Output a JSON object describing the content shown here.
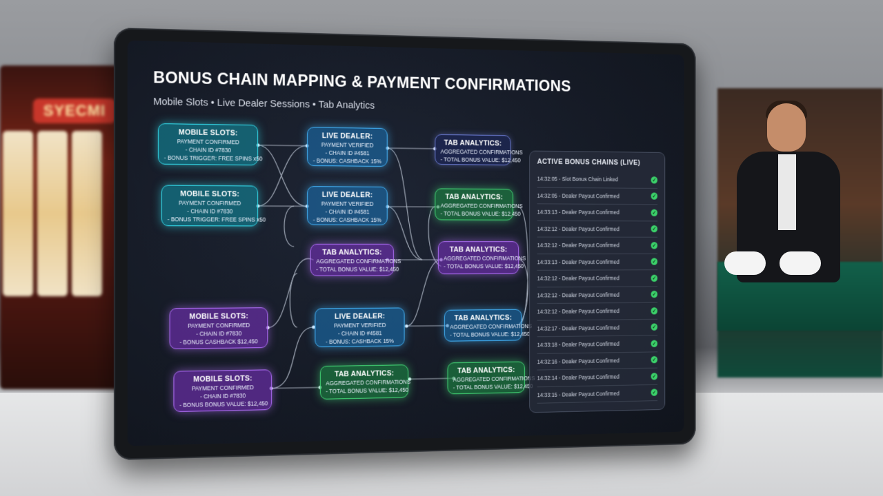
{
  "header": {
    "title": "BONUS CHAIN MAPPING & PAYMENT CONFIRMATIONS",
    "subtitle": "Mobile Slots • Live Dealer Sessions • Tab Analytics"
  },
  "background": {
    "slot_sign": "SYECMI"
  },
  "nodes": [
    {
      "title": "MOBILE SLOTS:",
      "lines": [
        "PAYMENT CONFIRMED",
        "- CHAIN ID #7830",
        "- BONUS TRIGGER: FREE SPINS x50"
      ]
    },
    {
      "title": "LIVE DEALER:",
      "lines": [
        "PAYMENT VERIFIED",
        "- CHAIN ID #4581",
        "- BONUS: CASHBACK 15%"
      ]
    },
    {
      "title": "TAB ANALYTICS:",
      "lines": [
        "AGGREGATED CONFIRMATIONS",
        "- TOTAL BONUS VALUE: $12,450"
      ]
    },
    {
      "title": "MOBILE SLOTS:",
      "lines": [
        "PAYMENT CONFIRMED",
        "- CHAIN ID #7830",
        "- BONUS TRIGGER: FREE SPINS x50"
      ]
    },
    {
      "title": "LIVE DEALER:",
      "lines": [
        "PAYMENT VERIFIED",
        "- CHAIN ID #4581",
        "- BONUS: CASHBACK 15%"
      ]
    },
    {
      "title": "TAB ANALYTICS:",
      "lines": [
        "AGGREGATED CONFIRMATIONS",
        "- TOTAL BONUS VALUE: $12,450"
      ]
    },
    {
      "title": "TAB ANALYTICS:",
      "lines": [
        "AGGREGATED CONFIRMATIONS",
        "- TOTAL BONUS VALUE: $12,450"
      ]
    },
    {
      "title": "TAB ANALYTICS:",
      "lines": [
        "AGGREGATED CONFIRMATIONS",
        "- TOTAL BONUS VALUE: $12,450"
      ]
    },
    {
      "title": "MOBILE SLOTS:",
      "lines": [
        "PAYMENT CONFIRMED",
        "- CHAIN ID #7830",
        "- BONUS CASHBACK $12,450"
      ]
    },
    {
      "title": "LIVE DEALER:",
      "lines": [
        "PAYMENT VERIFIED",
        "- CHAIN ID #4581",
        "- BONUS: CASHBACK 15%"
      ]
    },
    {
      "title": "TAB ANALYTICS:",
      "lines": [
        "AGGREGATED CONFIRMATIONS",
        "- TOTAL BONUS VALUE: $12,450"
      ]
    },
    {
      "title": "MOBILE SLOTS:",
      "lines": [
        "PAYMENT CONFIRMED",
        "- CHAIN ID #7830",
        "- BONUS BONUS VALUE: $12,450"
      ]
    },
    {
      "title": "TAB ANALYTICS:",
      "lines": [
        "AGGREGATED CONFIRMATIONS",
        "- TOTAL BONUS VALUE: $12,450"
      ]
    },
    {
      "title": "TAB ANALYTICS:",
      "lines": [
        "AGGREGATED CONFIRMATIONS",
        "- TOTAL BONUS VALUE: $12,450"
      ]
    }
  ],
  "panel": {
    "title": "ACTIVE BONUS CHAINS (LIVE)",
    "rows": [
      "14:32:05 - Slot Bonus Chain Linked",
      "14:32:05 - Dealer Payout Confirmed",
      "14:33:13 - Dealer Payout Confirmed",
      "14:32:12 - Dealer Payout Confirmed",
      "14:32:12 - Dealer Payout Confirmed",
      "14:33:13 - Dealer Payout Confirmed",
      "14:32:12 - Dealer Payout Confirmed",
      "14:32:12 - Dealer Payout Confirmed",
      "14:32:12 - Dealer Payout Confirmed",
      "14:32:17 - Dealer Payout Confirmed",
      "14:33:18 - Dealer Payout Confirmed",
      "14:32:16 - Dealer Payout Confirmed",
      "14:32:14 - Dealer Payout Confirmed",
      "14:33:15 - Dealer Payout Confirmed"
    ],
    "check_glyph": "✓"
  }
}
